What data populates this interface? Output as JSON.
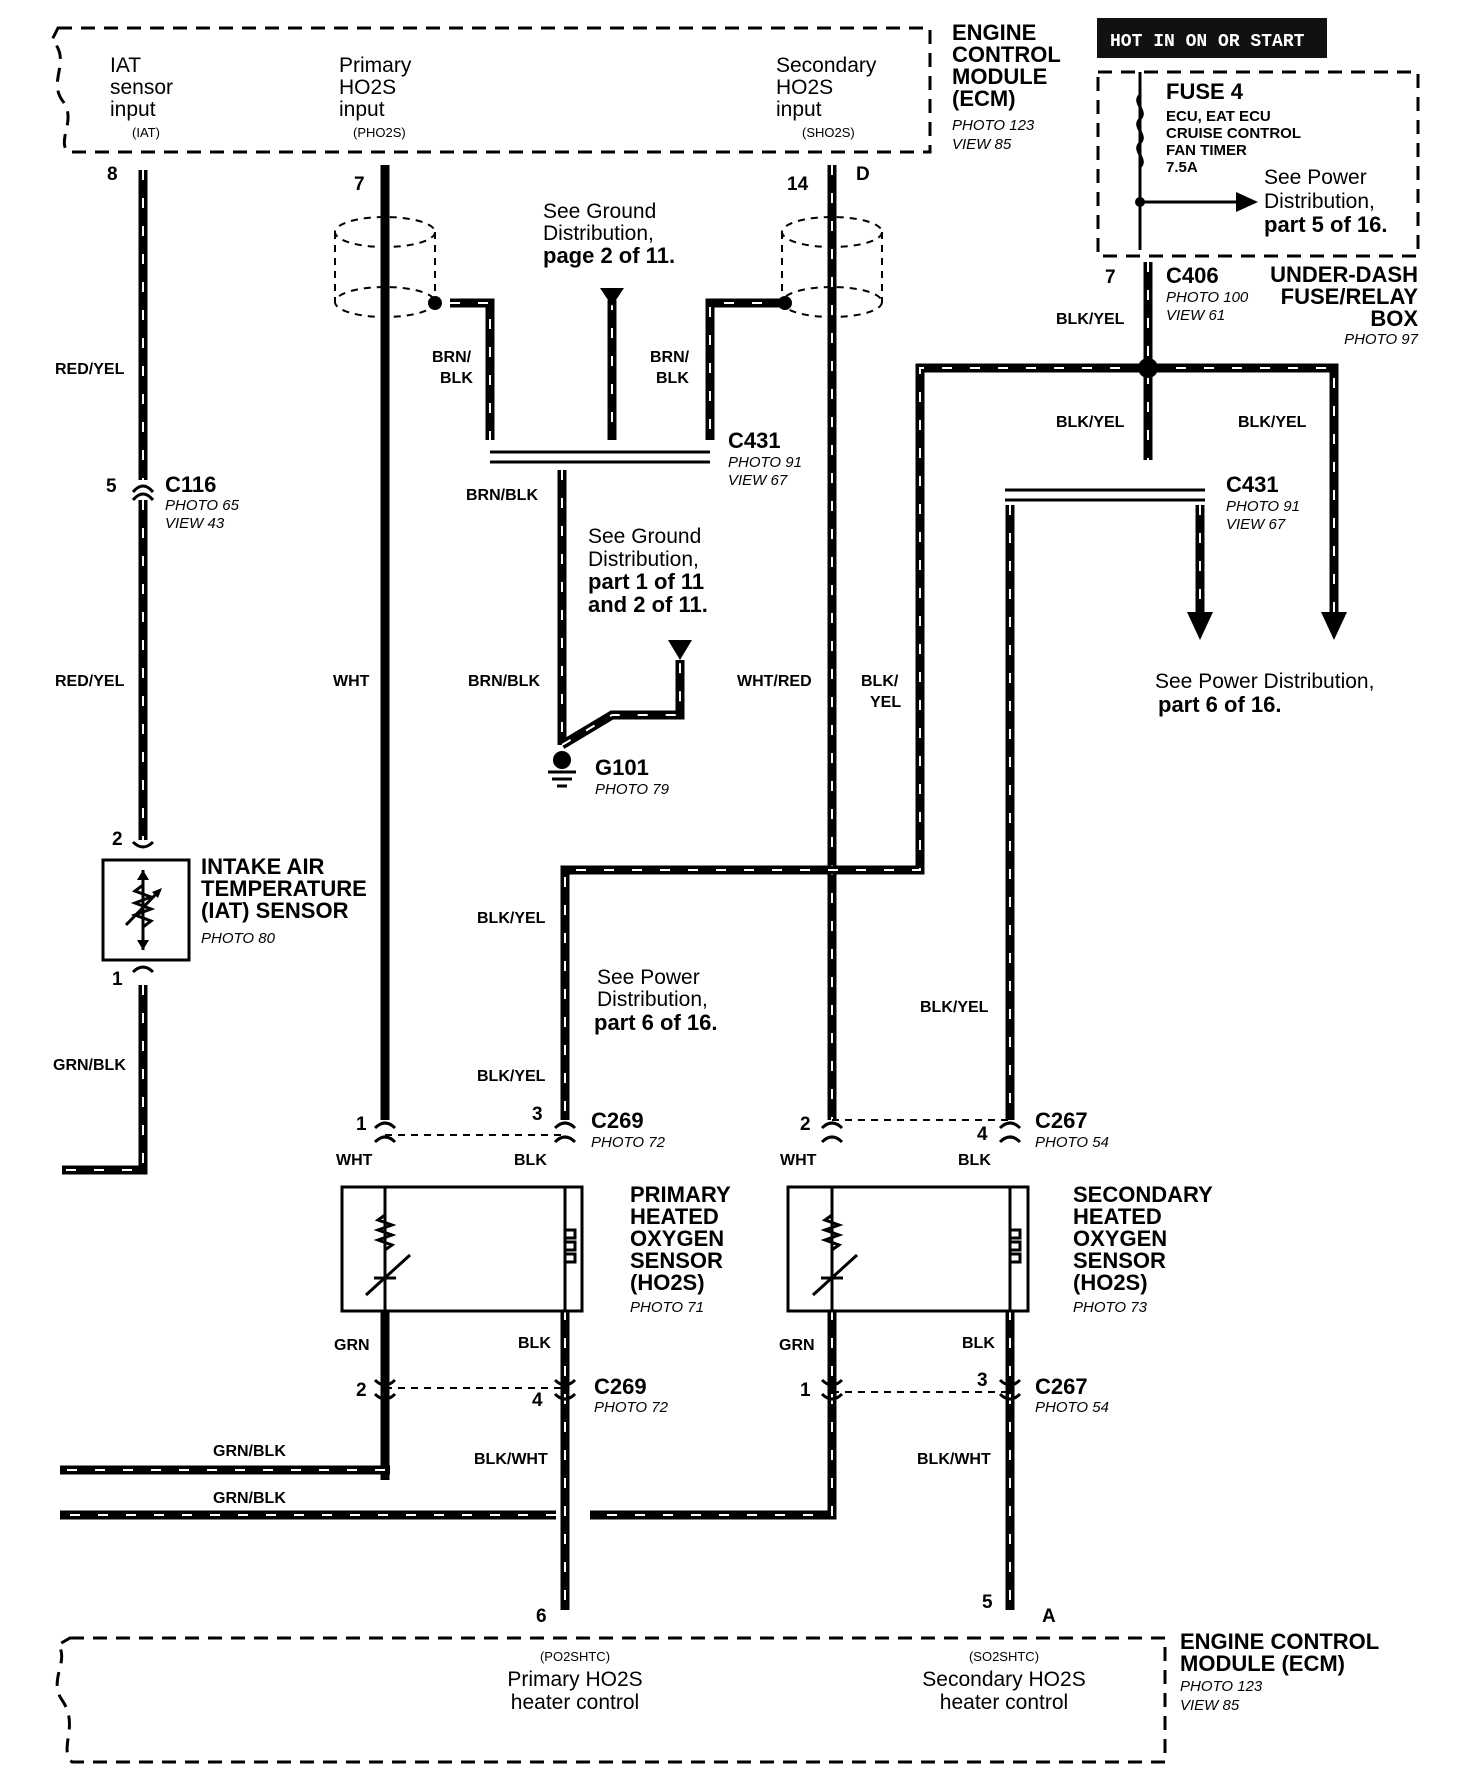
{
  "ecm_top": {
    "title": [
      "ENGINE",
      "CONTROL",
      "MODULE",
      "(ECM)"
    ],
    "photo": "PHOTO 123",
    "view": "VIEW 85",
    "inputs": [
      {
        "lines": [
          "IAT",
          "sensor",
          "input"
        ],
        "code": "(IAT)",
        "pin": "8"
      },
      {
        "lines": [
          "Primary",
          "HO2S",
          "input"
        ],
        "code": "(PHO2S)",
        "pin": "7"
      },
      {
        "lines": [
          "Secondary",
          "HO2S",
          "input"
        ],
        "code": "(SHO2S)",
        "pin": "14",
        "connector": "D"
      }
    ]
  },
  "hot_banner": "HOT IN ON OR START",
  "fuse": {
    "name": "FUSE 4",
    "circuits": [
      "ECU, EAT ECU",
      "CRUISE CONTROL",
      "FAN TIMER"
    ],
    "rating": "7.5A",
    "ref": [
      "See Power",
      "Distribution,"
    ],
    "ref_part": "part 5 of 16."
  },
  "c406": {
    "pin": "7",
    "name": "C406",
    "photo": "PHOTO 100",
    "view": "VIEW 61"
  },
  "fuse_box": {
    "lines": [
      "UNDER-DASH",
      "FUSE/RELAY",
      "BOX"
    ],
    "photo": "PHOTO 97"
  },
  "ground_ref_1": {
    "lines": [
      "See Ground",
      "Distribution,"
    ],
    "last": "page 2 of 11."
  },
  "ground_ref_2": {
    "lines": [
      "See Ground",
      "Distribution,"
    ],
    "bold": [
      "part 1 of 11",
      "and 2 of 11."
    ]
  },
  "c431_left": {
    "name": "C431",
    "photo": "PHOTO 91",
    "view": "VIEW 67"
  },
  "c431_right": {
    "name": "C431",
    "photo": "PHOTO 91",
    "view": "VIEW 67"
  },
  "c116": {
    "pin_top": "5",
    "name": "C116",
    "photo": "PHOTO 65",
    "view": "VIEW 43"
  },
  "g101": {
    "name": "G101",
    "photo": "PHOTO 79"
  },
  "power_ref_right": {
    "line1": "See Power Distribution,",
    "line2": "part 6 of 16."
  },
  "power_ref_mid": {
    "lines": [
      "See Power",
      "Distribution,"
    ],
    "last": "part 6 of 16."
  },
  "iat_sensor": {
    "lines": [
      "INTAKE AIR",
      "TEMPERATURE",
      "(IAT) SENSOR"
    ],
    "photo": "PHOTO 80",
    "pin_top": "2",
    "pin_bottom": "1"
  },
  "wire_labels": {
    "red_yel": "RED/YEL",
    "grn_blk": "GRN/BLK",
    "wht": "WHT",
    "brn_blk": "BRN/BLK",
    "brn_blk_split": [
      "BRN/",
      "BLK"
    ],
    "wht_red": "WHT/RED",
    "blk_yel": "BLK/YEL",
    "blk_yel_split": [
      "BLK/",
      "YEL"
    ],
    "blk": "BLK",
    "grn": "GRN",
    "blk_wht": "BLK/WHT"
  },
  "primary_sensor": {
    "lines": [
      "PRIMARY",
      "HEATED",
      "OXYGEN",
      "SENSOR",
      "(HO2S)"
    ],
    "photo": "PHOTO 71",
    "c_top": {
      "name": "C269",
      "photo": "PHOTO 72",
      "pin_left": "1",
      "pin_right": "3"
    },
    "c_bottom": {
      "name": "C269",
      "photo": "PHOTO 72",
      "pin_left": "2",
      "pin_right": "4"
    }
  },
  "secondary_sensor": {
    "lines": [
      "SECONDARY",
      "HEATED",
      "OXYGEN",
      "SENSOR",
      "(HO2S)"
    ],
    "photo": "PHOTO 73",
    "c_top": {
      "name": "C267",
      "photo": "PHOTO 54",
      "pin_left": "2",
      "pin_right": "4"
    },
    "c_bottom": {
      "name": "C267",
      "photo": "PHOTO 54",
      "pin_left": "1",
      "pin_right": "3"
    }
  },
  "ecm_bottom": {
    "title": [
      "ENGINE CONTROL",
      "MODULE (ECM)"
    ],
    "photo": "PHOTO 123",
    "view": "VIEW 85",
    "outputs": [
      {
        "code": "(PO2SHTC)",
        "lines": [
          "Primary HO2S",
          "heater control"
        ],
        "pin": "6"
      },
      {
        "code": "(SO2SHTC)",
        "lines": [
          "Secondary HO2S",
          "heater control"
        ],
        "pin": "5",
        "connector": "A"
      }
    ]
  }
}
